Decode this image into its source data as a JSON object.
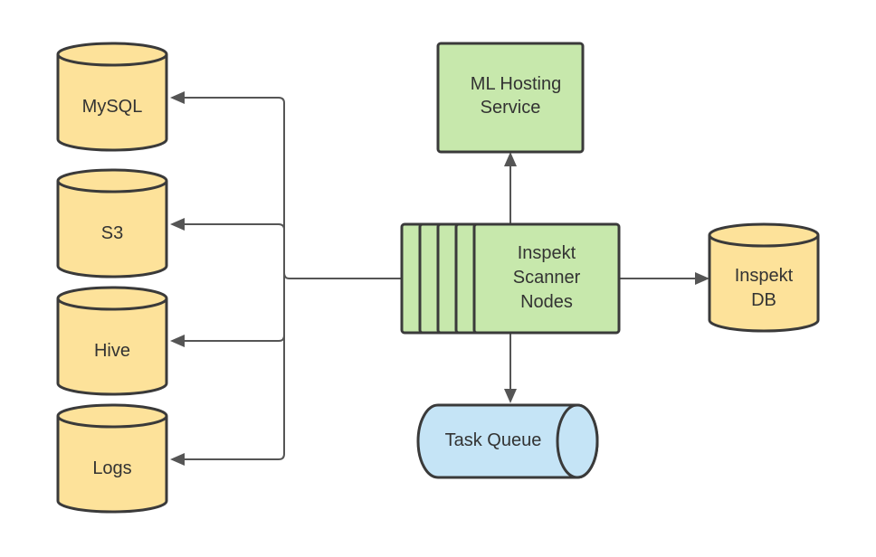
{
  "nodes": {
    "mysql": {
      "label": "MySQL"
    },
    "s3": {
      "label": "S3"
    },
    "hive": {
      "label": "Hive"
    },
    "logs": {
      "label": "Logs"
    },
    "ml_hosting": {
      "label_lines": [
        "ML Hosting",
        "Service"
      ]
    },
    "scanner": {
      "label_lines": [
        "Inspekt",
        "Scanner",
        "Nodes"
      ]
    },
    "inspekt_db": {
      "label_lines": [
        "Inspekt",
        "DB"
      ]
    },
    "task_queue": {
      "label": "Task Queue"
    }
  },
  "colors": {
    "database": "#fde29a",
    "service": "#c7e8ac",
    "queue": "#c5e4f6",
    "stroke": "#3a3a3a",
    "edge": "#555555"
  },
  "edges": [
    {
      "from": "scanner",
      "to": "mysql"
    },
    {
      "from": "scanner",
      "to": "s3"
    },
    {
      "from": "scanner",
      "to": "hive"
    },
    {
      "from": "scanner",
      "to": "logs"
    },
    {
      "from": "scanner",
      "to": "ml_hosting"
    },
    {
      "from": "scanner",
      "to": "inspekt_db"
    },
    {
      "from": "scanner",
      "to": "task_queue"
    }
  ]
}
